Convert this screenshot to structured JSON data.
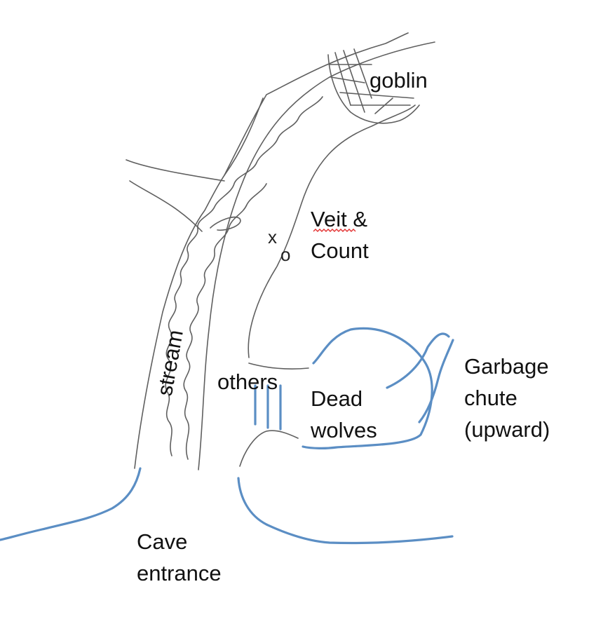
{
  "labels": {
    "goblin": "goblin",
    "veit_count": [
      "Veit  &",
      "Count"
    ],
    "stream": "stream",
    "others": "others",
    "dead_wolves": [
      "Dead",
      "wolves"
    ],
    "garbage_chute": [
      "Garbage",
      "chute",
      "(upward)"
    ],
    "cave_entrance": [
      "Cave",
      "entrance"
    ]
  },
  "markers": {
    "x": "x",
    "o": "o"
  },
  "colors": {
    "pencil": "#5f5f5f",
    "blue_ink": "#5b8ec4",
    "text": "#111111",
    "spellcheck": "#e23030"
  }
}
